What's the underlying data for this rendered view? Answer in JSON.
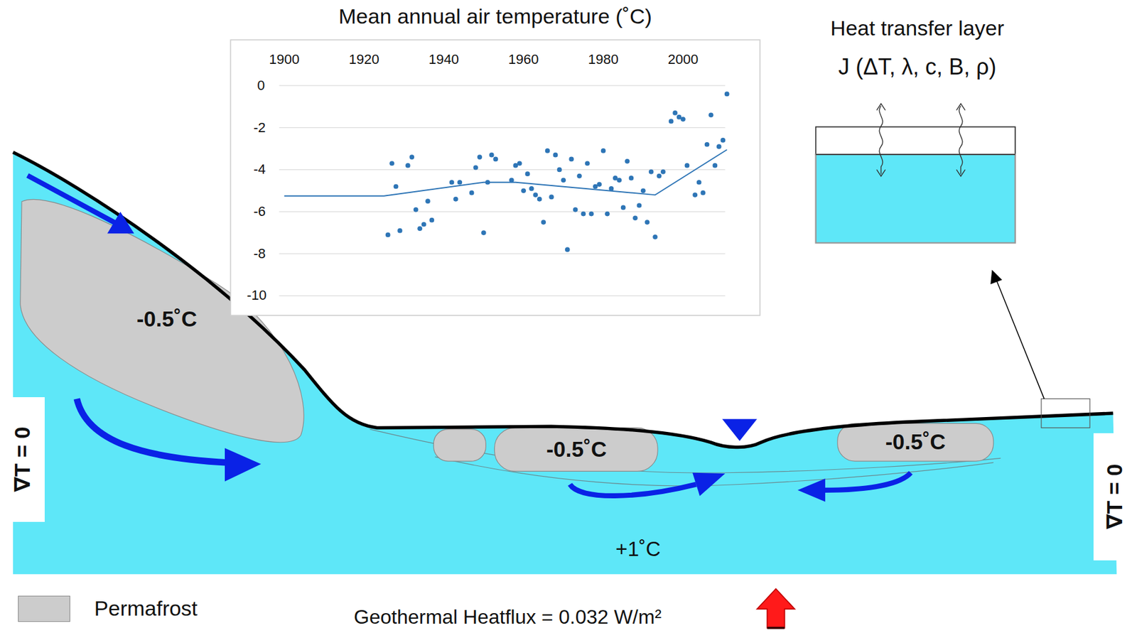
{
  "diagram": {
    "nodes": [
      {
        "text": [
          "Mean annual air temperature (˚C)"
        ]
      },
      {
        "text": [
          "Heat transfer layer",
          "J (ΔT, λ, c, B, ρ)"
        ]
      },
      {
        "text": [
          "-0.5˚C"
        ]
      },
      {
        "text": [
          "-0.5˚C"
        ]
      },
      {
        "text": [
          "-0.5˚C"
        ]
      },
      {
        "text": [
          "∇T = 0"
        ]
      },
      {
        "text": [
          "∇T = 0"
        ]
      }
    ],
    "labels": [
      "1900",
      "1920",
      "1940",
      "1960",
      "1980",
      "2000",
      "0",
      "-2",
      "-4",
      "-6",
      "-8",
      "-10",
      "+1˚C",
      "Geothermal Heatflux = 0.032 W/m²"
    ],
    "legend": [
      {
        "text": "Permafrost",
        "color": "#cccccc"
      }
    ]
  }
}
